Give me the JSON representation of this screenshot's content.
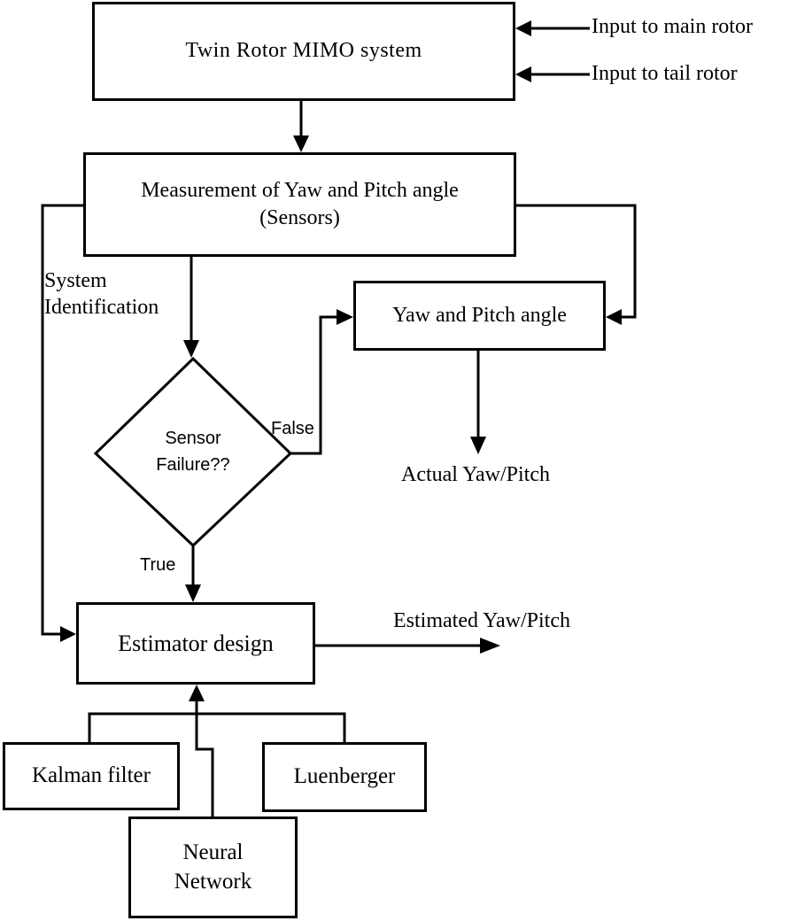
{
  "nodes": {
    "twin_rotor": "Twin Rotor MIMO system",
    "measurement_line1": "Measurement of Yaw and Pitch angle",
    "measurement_line2": "(Sensors)",
    "decision_line1": "Sensor",
    "decision_line2": "Failure??",
    "yaw_pitch": "Yaw and Pitch angle",
    "estimator": "Estimator design",
    "kalman": "Kalman filter",
    "luenberger": "Luenberger",
    "neural_line1": "Neural",
    "neural_line2": "Network"
  },
  "labels": {
    "input_main": "Input to main rotor",
    "input_tail": "Input to tail rotor",
    "system_id_line1": "System",
    "system_id_line2": "Identification",
    "false": "False",
    "true": "True",
    "actual": "Actual Yaw/Pitch",
    "estimated": "Estimated Yaw/Pitch"
  }
}
